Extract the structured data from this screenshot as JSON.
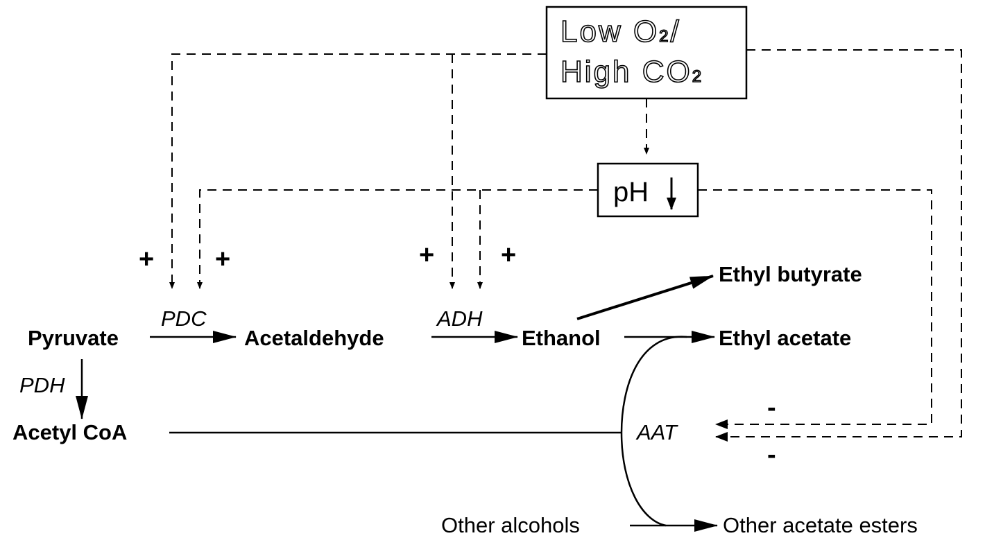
{
  "metabolites": {
    "pyruvate": "Pyruvate",
    "acetaldehyde": "Acetaldehyde",
    "ethanol": "Ethanol",
    "acetyl_coa": "Acetyl CoA",
    "ethyl_butyrate": "Ethyl butyrate",
    "ethyl_acetate": "Ethyl acetate",
    "other_alcohols": "Other alcohols",
    "other_acetate_esters": "Other acetate esters"
  },
  "enzymes": {
    "pdc": "PDC",
    "adh": "ADH",
    "pdh": "PDH",
    "aat": "AAT"
  },
  "conditions": {
    "line1_main": "Low O",
    "line1_sub": "2",
    "line1_tail": "/",
    "line2_main": "High CO",
    "line2_sub": "2",
    "ph": "pH"
  },
  "effects": {
    "plus": "+",
    "minus": "-"
  }
}
